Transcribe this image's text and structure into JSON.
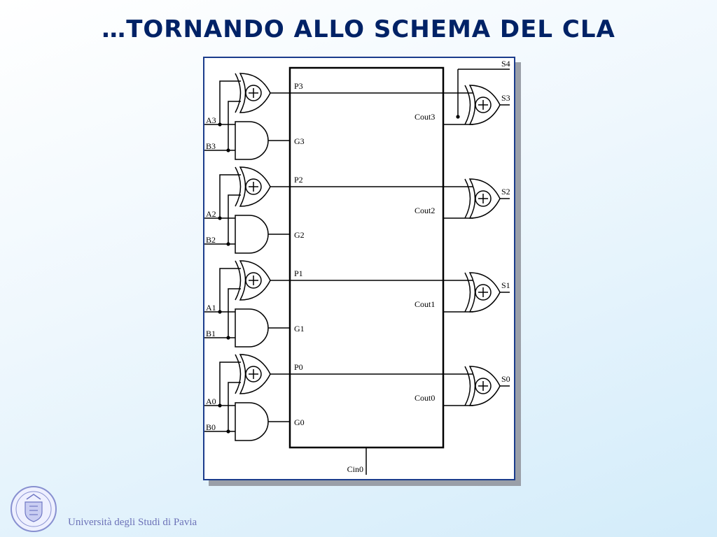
{
  "slide": {
    "title": "…TORNANDO ALLO SCHEMA DEL CLA",
    "footer": "Università degli Studi di Pavia"
  },
  "diagram": {
    "stages": [
      {
        "a": "A3",
        "b": "B3",
        "p": "P3",
        "g": "G3",
        "cout": "Cout3",
        "s": "S3"
      },
      {
        "a": "A2",
        "b": "B2",
        "p": "P2",
        "g": "G2",
        "cout": "Cout2",
        "s": "S2"
      },
      {
        "a": "A1",
        "b": "B1",
        "p": "P1",
        "g": "G1",
        "cout": "Cout1",
        "s": "S1"
      },
      {
        "a": "A0",
        "b": "B0",
        "p": "P0",
        "g": "G0",
        "cout": "Cout0",
        "s": "S0"
      }
    ],
    "carry_in": "Cin0",
    "carry_out": "S4"
  },
  "colors": {
    "title": "#002266",
    "frame_border": "#1b3c8c",
    "footer": "#6c72b8"
  },
  "icons": {
    "xor_symbol": "circle-plus",
    "logo": "university-seal-icon"
  }
}
